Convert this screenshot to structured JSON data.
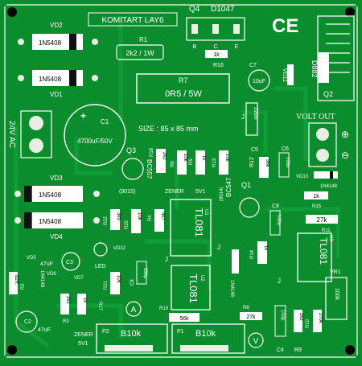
{
  "board": {
    "title": "KOMITART LAY6",
    "size": "SIZE : 85 x 85 mm",
    "ce_mark": "CE",
    "input_label": "24V AC",
    "output_label": "VOLT OUT",
    "plus_symbol": "⊕",
    "minus_symbol": "⊖",
    "ammeter_symbol": "A",
    "voltmeter_symbol": "V",
    "colors": {
      "board": "#0b8d2e",
      "silk": "#ffffff",
      "trace": "#0fa838",
      "pad": "#dfe9d9",
      "body": "#ffffff",
      "band": "#111111"
    }
  },
  "components": {
    "q4": {
      "ref": "Q4",
      "part": "D1047",
      "pins": [
        "B",
        "C",
        "E"
      ]
    },
    "vd2": {
      "ref": "VD2",
      "value": "1N5408"
    },
    "vd1": {
      "ref": "VD1",
      "value": "1N5408"
    },
    "vd3": {
      "ref": "VD3",
      "value": "1N5408"
    },
    "vd4": {
      "ref": "VD4",
      "value": "1N5408"
    },
    "r1": {
      "ref": "R1",
      "value": "2k2 / 1W"
    },
    "r16": {
      "ref": "R16",
      "value": "1k"
    },
    "r7": {
      "ref": "R7",
      "value": "0R5 / 5W"
    },
    "c1": {
      "ref": "C1",
      "value": "4700uF/50V"
    },
    "c7": {
      "ref": "C7",
      "value": "10uF"
    },
    "c2": {
      "ref": "C2",
      "value": "47uF"
    },
    "c3": {
      "ref": "C3",
      "value": "47uF"
    },
    "c4": {
      "ref": "C4",
      "value": "100p"
    },
    "c5": {
      "ref": "C5",
      "value": "220n"
    },
    "c6": {
      "ref": "C6",
      "value": "100n"
    },
    "c8": {
      "ref": "C8",
      "value": "330p"
    },
    "c9": {
      "ref": "C9",
      "value": "100n"
    },
    "q1": {
      "ref": "Q1",
      "part": "BC547",
      "alt": "(9014)"
    },
    "q2": {
      "ref": "Q2",
      "part": "D882"
    },
    "q3": {
      "ref": "Q3",
      "part": "BC557",
      "alt": "(9015)"
    },
    "r2": {
      "ref": "R2",
      "value": "82R"
    },
    "r3": {
      "ref": "R3",
      "value": "2k2"
    },
    "r4": {
      "ref": "R4",
      "value": "4k7"
    },
    "r5": {
      "ref": "R5",
      "value": "1k"
    },
    "r6": {
      "ref": "R6",
      "value": "10k"
    },
    "r8": {
      "ref": "R8",
      "value": "27k"
    },
    "r9": {
      "ref": "R9",
      "value": "2k2"
    },
    "r10": {
      "ref": "R10",
      "value": "270k"
    },
    "r11": {
      "ref": "R11",
      "value": "27k"
    },
    "r12": {
      "ref": "R12",
      "value": "56k"
    },
    "r13": {
      "ref": "R13",
      "value": "10k"
    },
    "r14": {
      "ref": "R14",
      "value": "1k"
    },
    "r15": {
      "ref": "R15",
      "value": "1k"
    },
    "r17": {
      "ref": "R17",
      "value": "1k"
    },
    "r18": {
      "ref": "R18",
      "value": "2k2"
    },
    "r19": {
      "ref": "R19",
      "value": "56k"
    },
    "r20": {
      "ref": "R20",
      "value": "10k"
    },
    "r21": {
      "ref": "R21",
      "value": "10k"
    },
    "r22": {
      "ref": "R22",
      "value": "3k9"
    },
    "zener_a": {
      "ref": "ZENER",
      "value": "5V1"
    },
    "zener_b": {
      "ref": "ZENER",
      "value": "5V1"
    },
    "vd5": {
      "ref": "VD5"
    },
    "vd6": {
      "ref": "VD6",
      "value": "1N4148"
    },
    "vd7": {
      "ref": "VD7"
    },
    "vd8": {
      "ref": "1N4148"
    },
    "vd10": {
      "ref": "VD10",
      "value": "1N4148"
    },
    "vd11": {
      "ref": "VD11"
    },
    "vd12": {
      "ref": "VD12",
      "value": "LED"
    },
    "u1": {
      "ref": "U1",
      "part": "TL081"
    },
    "u2": {
      "ref": "U2",
      "part": "TL081"
    },
    "u3": {
      "ref": "U3",
      "part": "TL081"
    },
    "vr1": {
      "ref": "VR1",
      "value": "100k"
    },
    "p1": {
      "ref": "P1",
      "value": "B10k"
    },
    "p2": {
      "ref": "P2",
      "value": "B10k"
    },
    "jumper": "J"
  }
}
